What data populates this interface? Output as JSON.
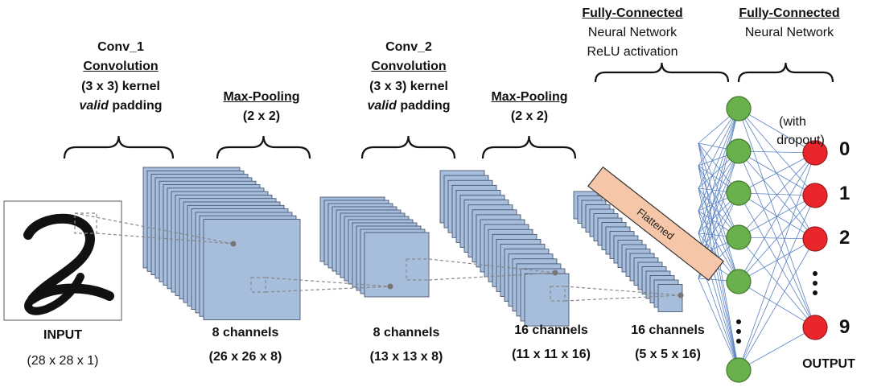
{
  "conv1": {
    "title": "Conv_1",
    "op": "Convolution",
    "kernel": "(3 x 3) kernel",
    "padding_word": "valid",
    "padding_rest": " padding"
  },
  "pool1": {
    "title": "Max-Pooling",
    "size": "(2 x 2)"
  },
  "conv2": {
    "title": "Conv_2",
    "op": "Convolution",
    "kernel": "(3 x 3) kernel",
    "padding_word": "valid",
    "padding_rest": " padding"
  },
  "pool2": {
    "title": "Max-Pooling",
    "size": "(2 x 2)"
  },
  "fc1": {
    "title": "Fully-Connected",
    "line1": "Neural Network",
    "line2": "ReLU activation"
  },
  "fc2": {
    "title": "Fully-Connected",
    "line1": "Neural Network",
    "note_line1": "(with",
    "note_line2": "dropout)"
  },
  "flattened_label": "Flattened",
  "input": {
    "label": "INPUT",
    "shape": "(28 x 28 x 1)"
  },
  "layer1": {
    "channels": "8 channels",
    "shape": "(26 x 26 x 8)"
  },
  "layer2": {
    "channels": "8 channels",
    "shape": "(13 x 13 x 8)"
  },
  "layer3": {
    "channels": "16 channels",
    "shape": "(11 x 11 x 16)"
  },
  "layer4": {
    "channels": "16 channels",
    "shape": "(5 x 5 x 16)"
  },
  "outputs": [
    "0",
    "1",
    "2",
    "9"
  ],
  "output_label": "OUTPUT",
  "colors": {
    "feature_map": "#a7bddc",
    "feature_map_edge": "#3b4a63",
    "hidden_node": "#6ab04c",
    "output_node": "#e8262b",
    "flattened_fill": "#f6c6a8",
    "edge": "#5b82c0"
  }
}
